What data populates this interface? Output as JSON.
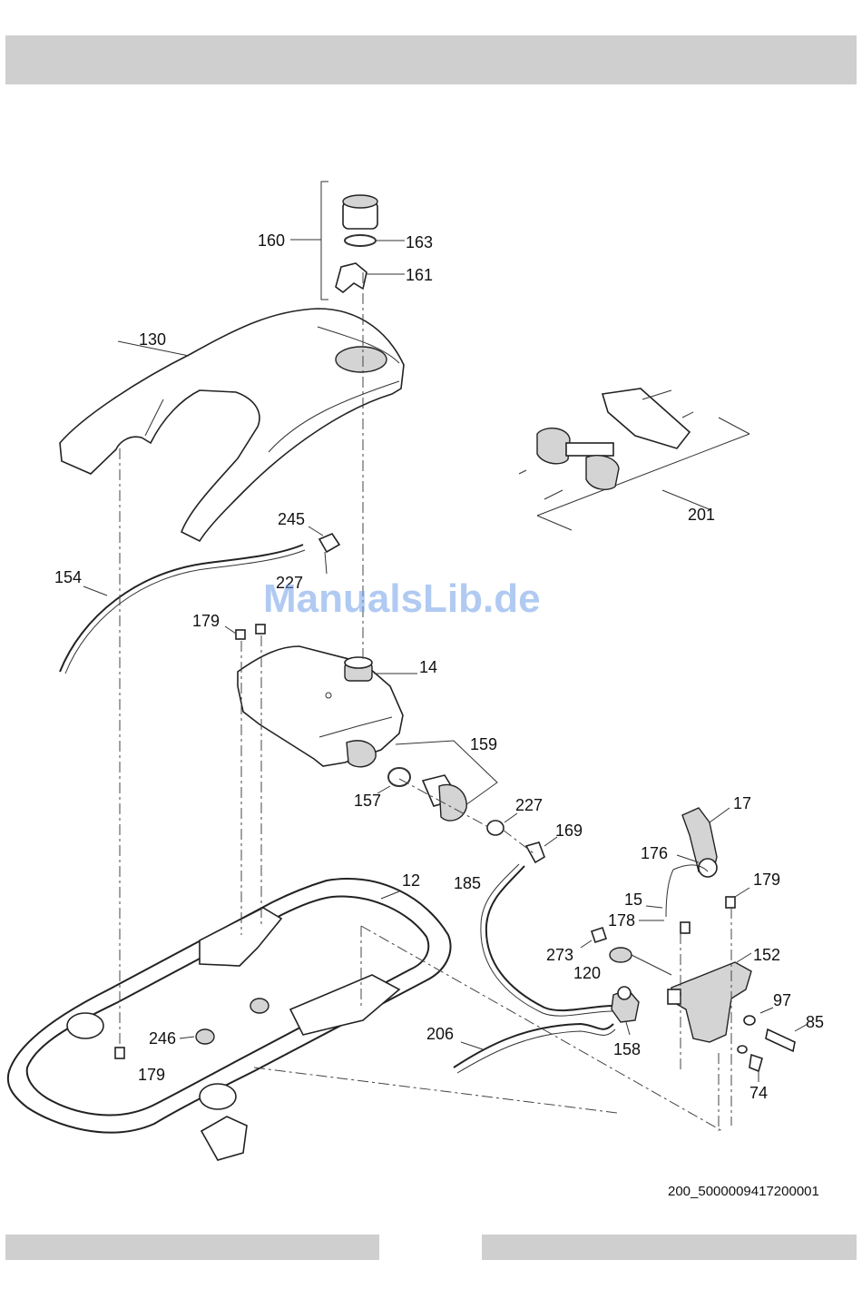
{
  "header": {
    "band_color": "#cfcfcf"
  },
  "footer": {
    "band_color": "#cfcfcf"
  },
  "watermark": "ManualsLib.de",
  "drawing_reference": "200_5000009417200001",
  "part_labels": {
    "p160": "160",
    "p163": "163",
    "p161": "161",
    "p130": "130",
    "p201": "201",
    "p245": "245",
    "p154": "154",
    "p227a": "227",
    "p179a": "179",
    "p14": "14",
    "p159": "159",
    "p157": "157",
    "p227b": "227",
    "p169": "169",
    "p17": "17",
    "p176": "176",
    "p179b": "179",
    "p185": "185",
    "p12": "12",
    "p15": "15",
    "p178": "178",
    "p273": "273",
    "p152": "152",
    "p120": "120",
    "p97": "97",
    "p85": "85",
    "p206": "206",
    "p246": "246",
    "p158": "158",
    "p74": "74",
    "p179c": "179"
  }
}
